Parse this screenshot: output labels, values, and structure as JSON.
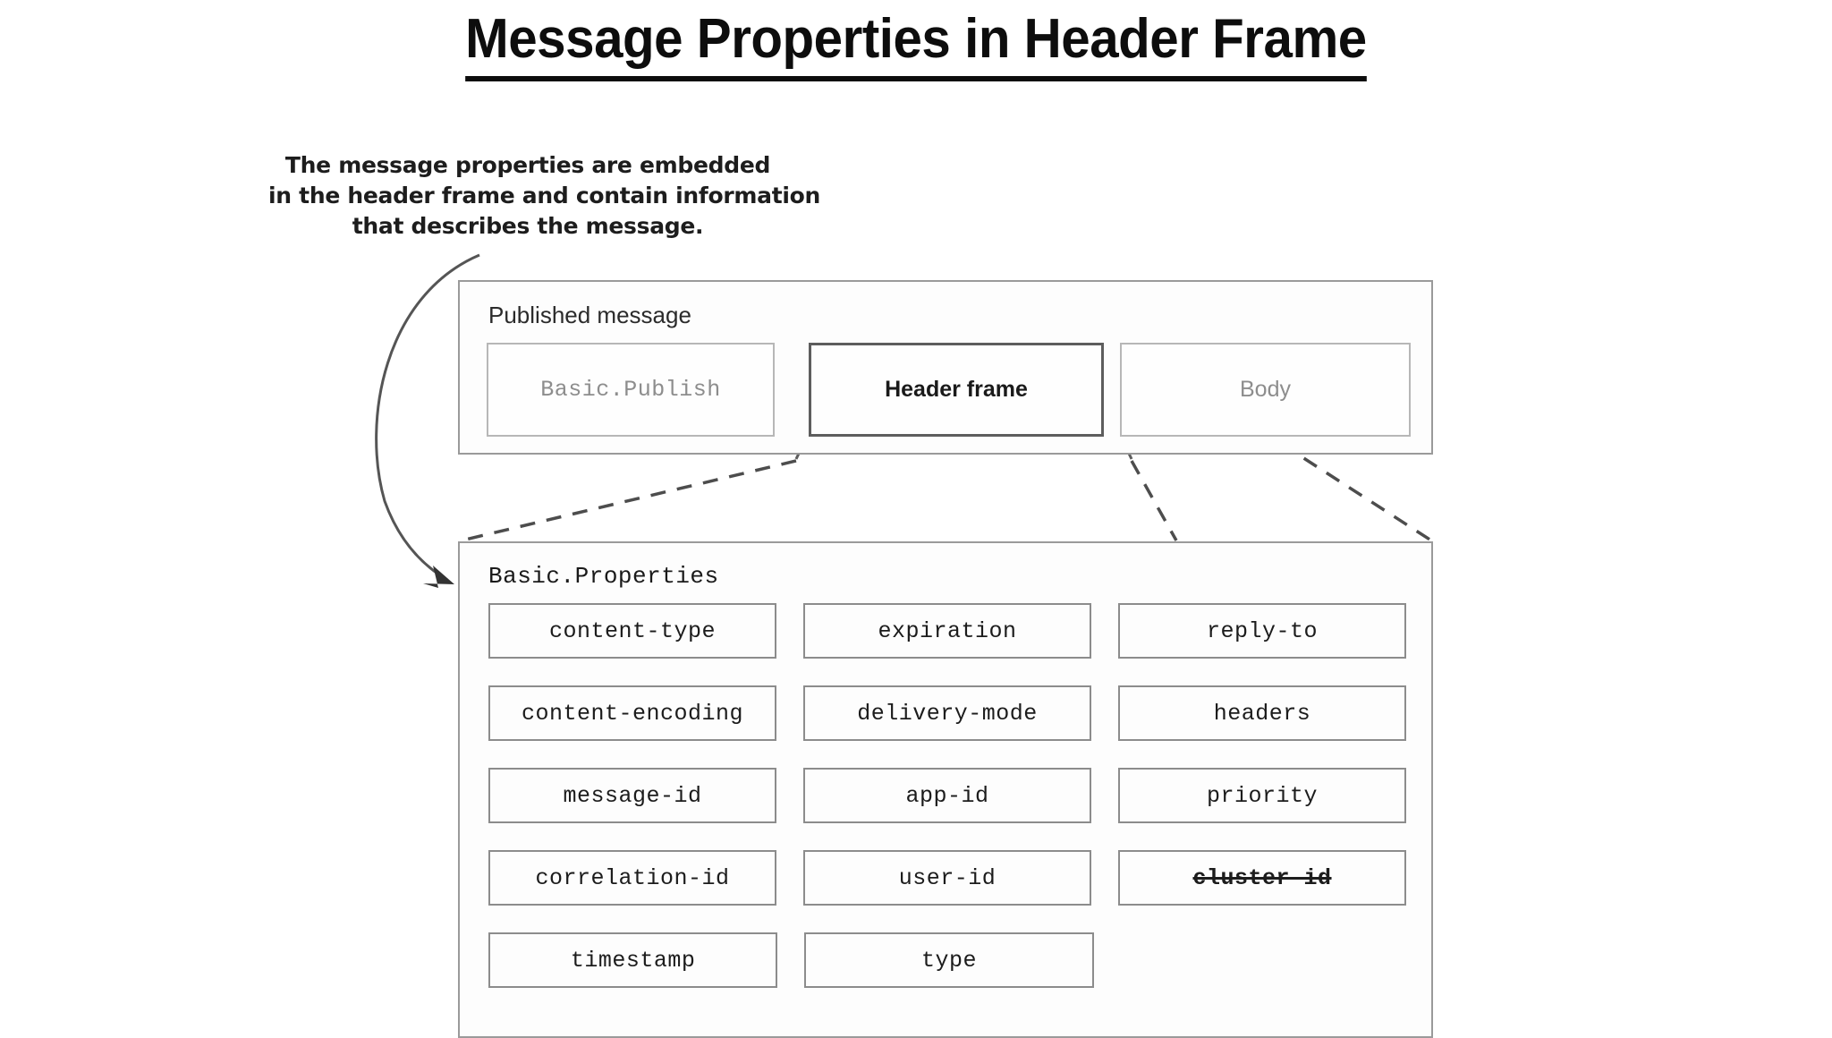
{
  "slide": {
    "title": "Message Properties in Header Frame"
  },
  "caption": {
    "lines": [
      "The message properties are embedded",
      "in the header frame and contain information",
      "that describes the message."
    ]
  },
  "published_message": {
    "label": "Published message",
    "frames": [
      {
        "id": "basic-publish",
        "label": "Basic.Publish",
        "style": "mono-muted"
      },
      {
        "id": "header-frame",
        "label": "Header frame",
        "style": "emphasis"
      },
      {
        "id": "body",
        "label": "Body",
        "style": "muted"
      }
    ]
  },
  "basic_properties": {
    "label": "Basic.Properties",
    "rows": [
      [
        {
          "label": "content-type",
          "deprecated": false
        },
        {
          "label": "expiration",
          "deprecated": false
        },
        {
          "label": "reply-to",
          "deprecated": false
        }
      ],
      [
        {
          "label": "content-encoding",
          "deprecated": false
        },
        {
          "label": "delivery-mode",
          "deprecated": false
        },
        {
          "label": "headers",
          "deprecated": false
        }
      ],
      [
        {
          "label": "message-id",
          "deprecated": false
        },
        {
          "label": "app-id",
          "deprecated": false
        },
        {
          "label": "priority",
          "deprecated": false
        }
      ],
      [
        {
          "label": "correlation-id",
          "deprecated": false
        },
        {
          "label": "user-id",
          "deprecated": false
        },
        {
          "label": "cluster-id",
          "deprecated": true
        }
      ],
      [
        {
          "label": "timestamp",
          "deprecated": false
        },
        {
          "label": "type",
          "deprecated": false
        },
        {
          "label": "",
          "deprecated": false,
          "empty": true
        }
      ]
    ]
  },
  "connectors": {
    "callout_arrow": "curved-arrow-from-caption-to-basic-properties",
    "zoom_lines": "dashed-expansion-from-header-frame-to-basic-properties"
  },
  "colors": {
    "ink": "#1a1a1a",
    "panel_border": "#9a9a9a",
    "box_border": "#8c8c8c",
    "muted_text": "#8d8d8d",
    "emphasis_border": "#5d5d5d",
    "background": "#ffffff"
  }
}
